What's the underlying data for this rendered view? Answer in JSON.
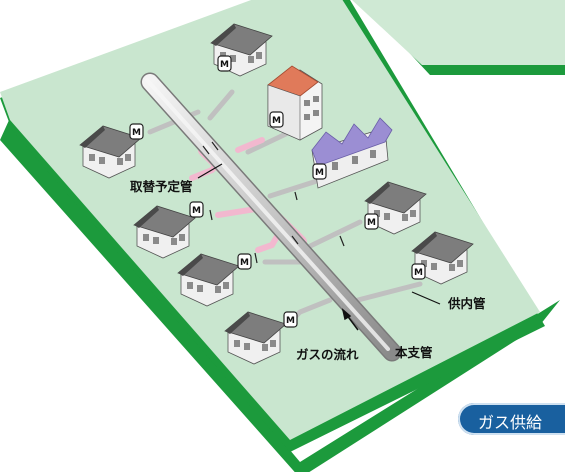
{
  "meter_letter": "M",
  "labels": {
    "replacement_pipe": "取替予定管",
    "service_pipe": "供内管",
    "gas_flow": "ガスの流れ",
    "main_pipe": "本支管"
  },
  "badge_text": "ガス供給",
  "colors": {
    "ground": "#c9e6cf",
    "ground_edge": "#1c9a3c",
    "main_pipe": "#b8b8b8",
    "replacement_pipe": "#f2b8cf",
    "badge": "#19609f",
    "red_roof": "#e07a5a",
    "purple_roof": "#9b8ed3"
  },
  "icons": [
    "house-icon",
    "meter-icon",
    "arrow-icon"
  ]
}
